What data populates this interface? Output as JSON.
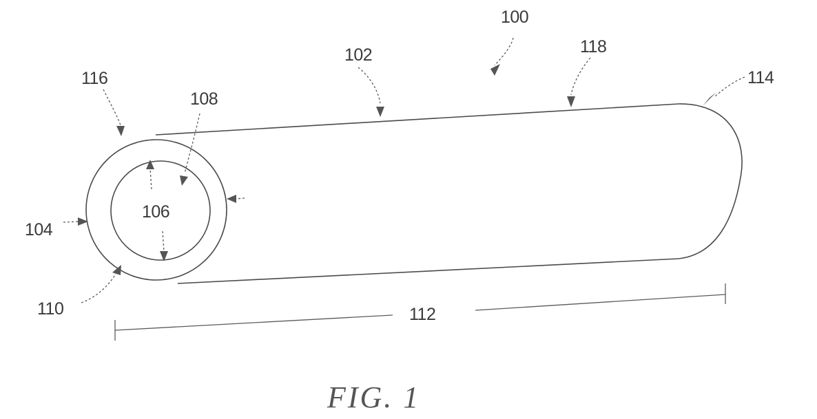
{
  "figure": {
    "caption": "FIG. 1",
    "labels": {
      "l100": "100",
      "l102": "102",
      "l104": "104",
      "l106": "106",
      "l108": "108",
      "l110": "110",
      "l112": "112",
      "l114": "114",
      "l116": "116",
      "l118": "118"
    }
  }
}
